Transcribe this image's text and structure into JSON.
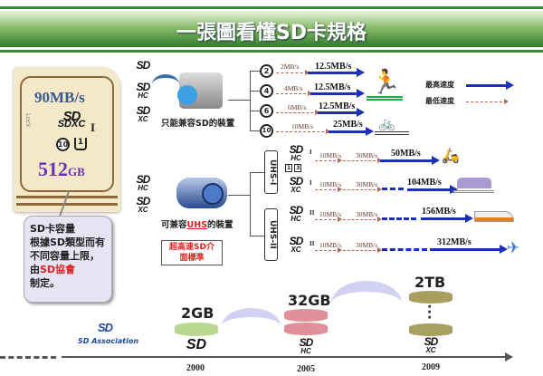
{
  "title": "一張圖看懂SD卡規格",
  "card": {
    "speed": "90MB/s",
    "logo": "SDXC",
    "uhs_mark": "I",
    "class": "10",
    "uhs_class": "1",
    "capacity": "512",
    "capacity_unit": "GB",
    "lock": "Lock"
  },
  "callout": {
    "line1": "SD卡容量",
    "line2": "根據SD類型而有不同容量上限，由",
    "highlight": "SD協會",
    "line3": "制定。"
  },
  "groups": [
    {
      "label": "只能兼容SD的裝置",
      "logos": [
        "SD",
        "SDHC",
        "SDXC"
      ]
    },
    {
      "label_pre": "可兼容",
      "label_hl": "UHS",
      "label_post": "的裝置",
      "logos": [
        "SDHC",
        "SDXC"
      ],
      "note": "超高速SD介面標準"
    }
  ],
  "speed_classes": [
    {
      "class": "2",
      "min": "2MB/s",
      "max": "12.5MB/s"
    },
    {
      "class": "4",
      "min": "4MB/s",
      "max": "12.5MB/s"
    },
    {
      "class": "6",
      "min": "6MB/s",
      "max": "12.5MB/s"
    },
    {
      "class": "10",
      "min": "10MB/s",
      "max": "25MB/s"
    }
  ],
  "legend": {
    "max": "最高速度",
    "min": "最低速度"
  },
  "uhs": [
    {
      "bus": "UHS-I",
      "rows": [
        {
          "logo": "SDHC",
          "mark": "I",
          "min1": "10MB/s",
          "min2": "30MB/s",
          "max": "50MB/s",
          "icon": "scooter"
        },
        {
          "logo": "SDXC",
          "mark": "I",
          "min1": "10MB/s",
          "min2": "30MB/s",
          "max": "104MB/s",
          "icon": "car"
        }
      ]
    },
    {
      "bus": "UHS-II",
      "rows": [
        {
          "logo": "SDHC",
          "mark": "II",
          "min1": "10MB/s",
          "min2": "30MB/s",
          "max": "156MB/s",
          "icon": "train"
        },
        {
          "logo": "SDXC",
          "mark": "II",
          "min1": "10MB/s",
          "min2": "30MB/s",
          "max": "312MB/s",
          "icon": "airplane"
        }
      ]
    }
  ],
  "uhs_class_marks": [
    "1",
    "3"
  ],
  "timeline": {
    "association": "SD Association",
    "items": [
      {
        "capacity": "2GB",
        "logo": "SD",
        "year": "2000"
      },
      {
        "capacity": "32GB",
        "logo": "SDHC",
        "year": "2005"
      },
      {
        "capacity": "2TB",
        "logo": "SDXC",
        "year": "2009"
      }
    ]
  }
}
